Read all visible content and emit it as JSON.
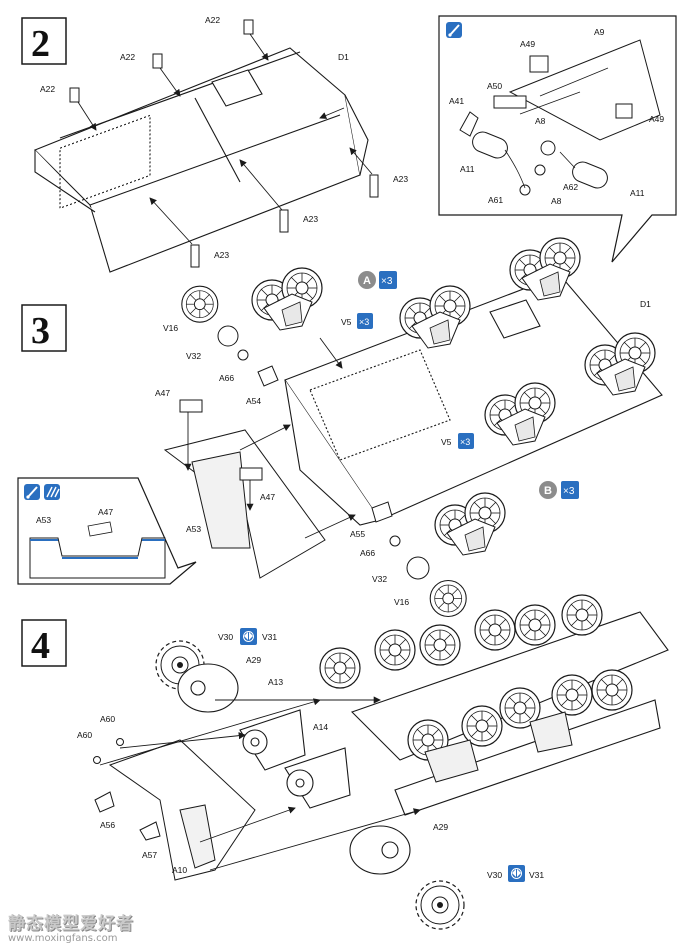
{
  "steps": [
    {
      "number": "2"
    },
    {
      "number": "3"
    },
    {
      "number": "4"
    }
  ],
  "step2": {
    "labels": {
      "a22_1": "A22",
      "a22_2": "A22",
      "a22_3": "A22",
      "d1": "D1",
      "a23_1": "A23",
      "a23_2": "A23",
      "a23_3": "A23"
    },
    "inset": {
      "icon": "paint-brush-icon",
      "labels": {
        "a49_top": "A49",
        "a9": "A9",
        "a50": "A50",
        "a41": "A41",
        "a8_top": "A8",
        "a49_right": "A49",
        "a11_left": "A11",
        "a62": "A62",
        "a61": "A61",
        "a8_bottom": "A8",
        "a11_right": "A11"
      }
    }
  },
  "step3": {
    "labels": {
      "a_circle": "A",
      "a_multi": "×3",
      "b_circle": "B",
      "b_multi": "×3",
      "v5_1": "V5",
      "v5_1_multi": "×3",
      "v5_2": "V5",
      "v5_2_multi": "×3",
      "d1": "D1",
      "v16_top": "V16",
      "v32_top": "V32",
      "a66_top": "A66",
      "a54": "A54",
      "a47_1": "A47",
      "a47_2": "A47",
      "a53": "A53",
      "a55": "A55",
      "a66_bottom": "A66",
      "v32_bottom": "V32",
      "v16_bottom": "V16"
    },
    "inset": {
      "icons": [
        "paint-brush-icon",
        "striped-texture-icon"
      ],
      "labels": {
        "a53": "A53",
        "a47": "A47"
      }
    }
  },
  "step4": {
    "labels": {
      "v30_top": "V30",
      "v31_top": "V31",
      "a29_top": "A29",
      "a13": "A13",
      "a14": "A14",
      "a60_1": "A60",
      "a60_2": "A60",
      "a56": "A56",
      "a57": "A57",
      "a10": "A10",
      "a29_bottom": "A29",
      "v30_bottom": "V30",
      "v31_bottom": "V31"
    },
    "option_icon": "choose-one-icon"
  },
  "colors": {
    "line": "#1a1a1a",
    "accent_blue": "#2a6fc0",
    "gray_badge": "#8c8c8c",
    "paper": "#ffffff"
  },
  "watermark": {
    "name": "静态模型爱好者",
    "url": "www.moxingfans.com"
  }
}
